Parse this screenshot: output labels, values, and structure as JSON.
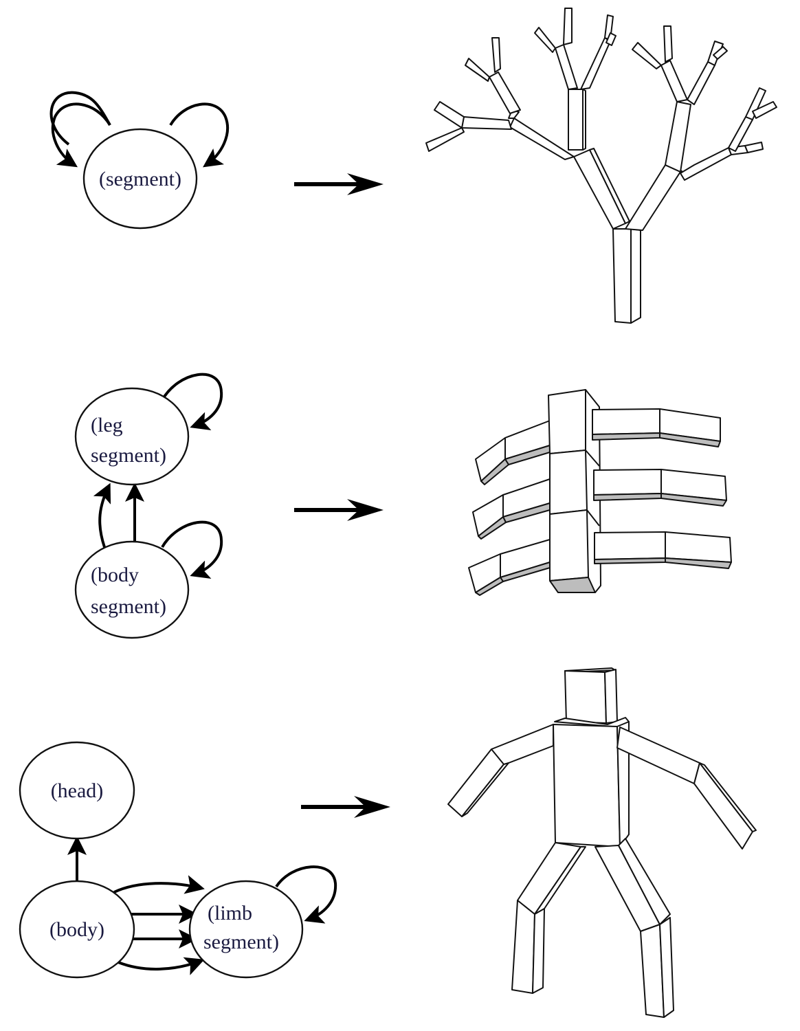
{
  "figure": {
    "rows": [
      {
        "id": "tree",
        "graph": {
          "nodes": [
            {
              "id": "segment",
              "lines": [
                "(segment)"
              ]
            }
          ],
          "edges": [
            {
              "from": "segment",
              "to": "segment",
              "type": "self-loop",
              "side": "left"
            },
            {
              "from": "segment",
              "to": "segment",
              "type": "self-loop",
              "side": "right"
            }
          ]
        },
        "result": "branching tree of box segments"
      },
      {
        "id": "insect",
        "graph": {
          "nodes": [
            {
              "id": "leg_segment",
              "lines": [
                "(leg",
                "segment)"
              ]
            },
            {
              "id": "body_segment",
              "lines": [
                "(body",
                "segment)"
              ]
            }
          ],
          "edges": [
            {
              "from": "leg_segment",
              "to": "leg_segment",
              "type": "self-loop"
            },
            {
              "from": "body_segment",
              "to": "leg_segment",
              "type": "curved"
            },
            {
              "from": "body_segment",
              "to": "leg_segment",
              "type": "straight"
            },
            {
              "from": "body_segment",
              "to": "body_segment",
              "type": "self-loop"
            }
          ]
        },
        "result": "segmented body with paired multi-segment legs"
      },
      {
        "id": "humanoid",
        "graph": {
          "nodes": [
            {
              "id": "head",
              "lines": [
                "(head)"
              ]
            },
            {
              "id": "body",
              "lines": [
                "(body)"
              ]
            },
            {
              "id": "limb_segment",
              "lines": [
                "(limb",
                "segment)"
              ]
            }
          ],
          "edges": [
            {
              "from": "body",
              "to": "head",
              "type": "straight"
            },
            {
              "from": "body",
              "to": "limb_segment",
              "type": "curved"
            },
            {
              "from": "body",
              "to": "limb_segment",
              "type": "straight"
            },
            {
              "from": "body",
              "to": "limb_segment",
              "type": "straight"
            },
            {
              "from": "body",
              "to": "limb_segment",
              "type": "curved"
            },
            {
              "from": "limb_segment",
              "to": "limb_segment",
              "type": "self-loop"
            }
          ]
        },
        "result": "humanoid figure with head, torso, two arms and two legs"
      }
    ],
    "arrow_icon": "right-arrow",
    "text_color": "#1a1a40",
    "stroke_color": "#000000"
  }
}
